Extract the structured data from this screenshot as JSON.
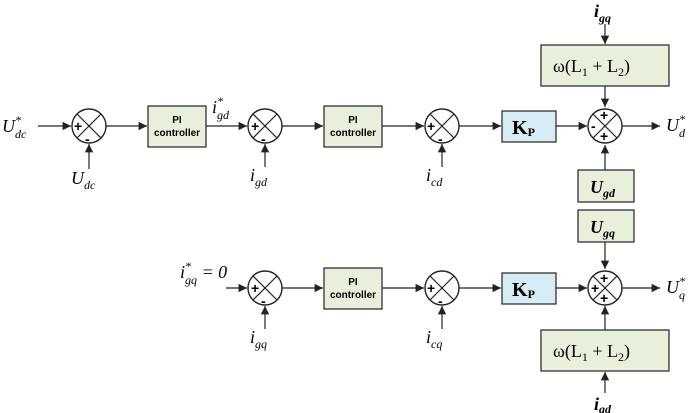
{
  "blocks": {
    "pi_label_line1": "PI",
    "pi_label_line2": "controller",
    "kp_main": "K",
    "kp_sub": "P",
    "omega_main": "ω(L",
    "omega_sub1": "1",
    "omega_mid": " + L",
    "omega_sub2": "2",
    "omega_end": ")",
    "u_main": "U",
    "ugd_sub": "gd",
    "ugq_sub": "gq"
  },
  "signals": {
    "udc_ref_main": "U",
    "udc_ref_sup": "*",
    "udc_ref_sub": "dc",
    "udc_main": "U",
    "udc_sub": "dc",
    "igd_ref_main": "i",
    "igd_ref_sup": "*",
    "igd_ref_sub": "gd",
    "igd_main": "i",
    "igd_sub": "gd",
    "icd_main": "i",
    "icd_sub": "cd",
    "ud_ref_main": "U",
    "ud_ref_sup": "*",
    "ud_ref_sub": "d",
    "igq_top_main": "i",
    "igq_top_sub": "gq",
    "igq_ref_main": "i",
    "igq_ref_sup": "*",
    "igq_ref_sub": "gq",
    "igq_ref_eq": " = 0",
    "igq_main": "i",
    "igq_sub": "gq",
    "icq_main": "i",
    "icq_sub": "cq",
    "uq_ref_main": "U",
    "uq_ref_sup": "*",
    "uq_ref_sub": "q",
    "igd_bottom_main": "i",
    "igd_bottom_sub": "gd"
  },
  "signs": {
    "plus": "+",
    "minus": "-"
  }
}
